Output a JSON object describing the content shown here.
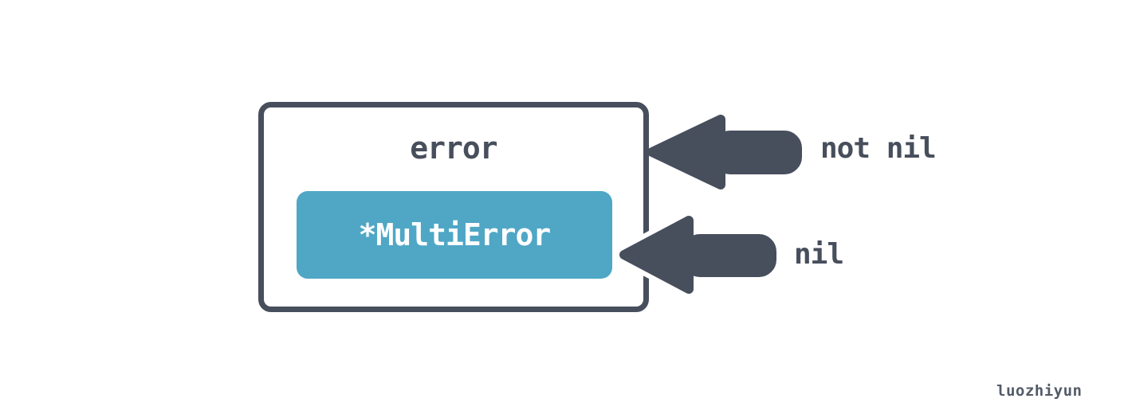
{
  "colors": {
    "bg": "#ffffff",
    "outline": "#474e5c",
    "accent_blue": "#4fa7c5",
    "text_dark": "#474e5c",
    "watermark_gray": "#535b68"
  },
  "diagram": {
    "outer_box": {
      "label": "error"
    },
    "inner_box": {
      "label": "*MultiError"
    },
    "annotations": [
      {
        "label": "not nil"
      },
      {
        "label": "nil"
      }
    ]
  },
  "watermark": {
    "text": "luozhiyun"
  }
}
